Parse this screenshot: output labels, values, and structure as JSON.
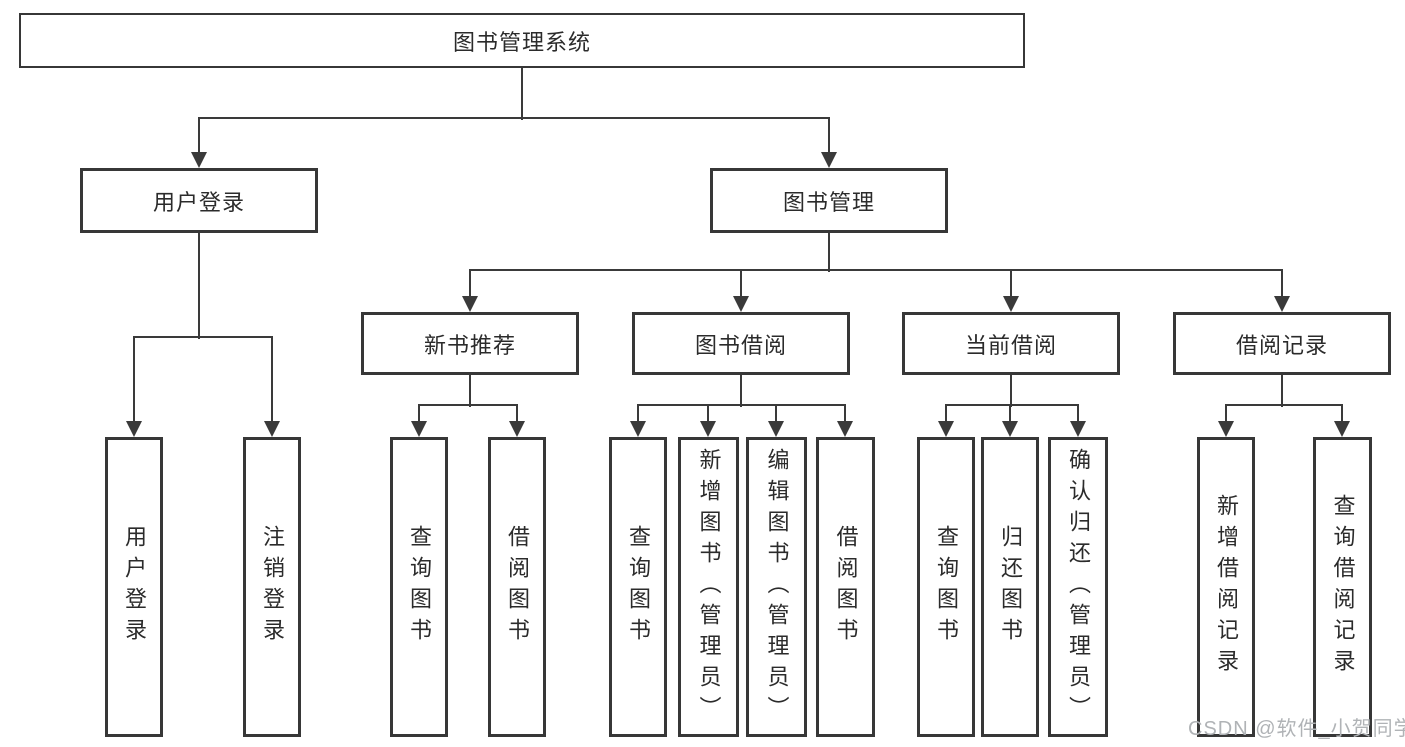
{
  "colors": {
    "line": "#3a3a3a",
    "box_border": "#373737",
    "text": "#2b2b2b",
    "watermark": "#b0b3b6",
    "background": "#ffffff"
  },
  "tree": {
    "root": "图书管理系统",
    "children": [
      {
        "label": "用户登录",
        "leaves": [
          "用户登录",
          "注销登录"
        ]
      },
      {
        "label": "图书管理",
        "groups": [
          {
            "label": "新书推荐",
            "leaves": [
              "查询图书",
              "借阅图书"
            ]
          },
          {
            "label": "图书借阅",
            "leaves": [
              "查询图书",
              "新增图书（管理员）",
              "编辑图书（管理员）",
              "借阅图书"
            ]
          },
          {
            "label": "当前借阅",
            "leaves": [
              "查询图书",
              "归还图书",
              "确认归还（管理员）"
            ]
          },
          {
            "label": "借阅记录",
            "leaves": [
              "新增借阅记录",
              "查询借阅记录"
            ]
          }
        ]
      }
    ]
  },
  "watermark": "CSDN @软件_小贺同学"
}
